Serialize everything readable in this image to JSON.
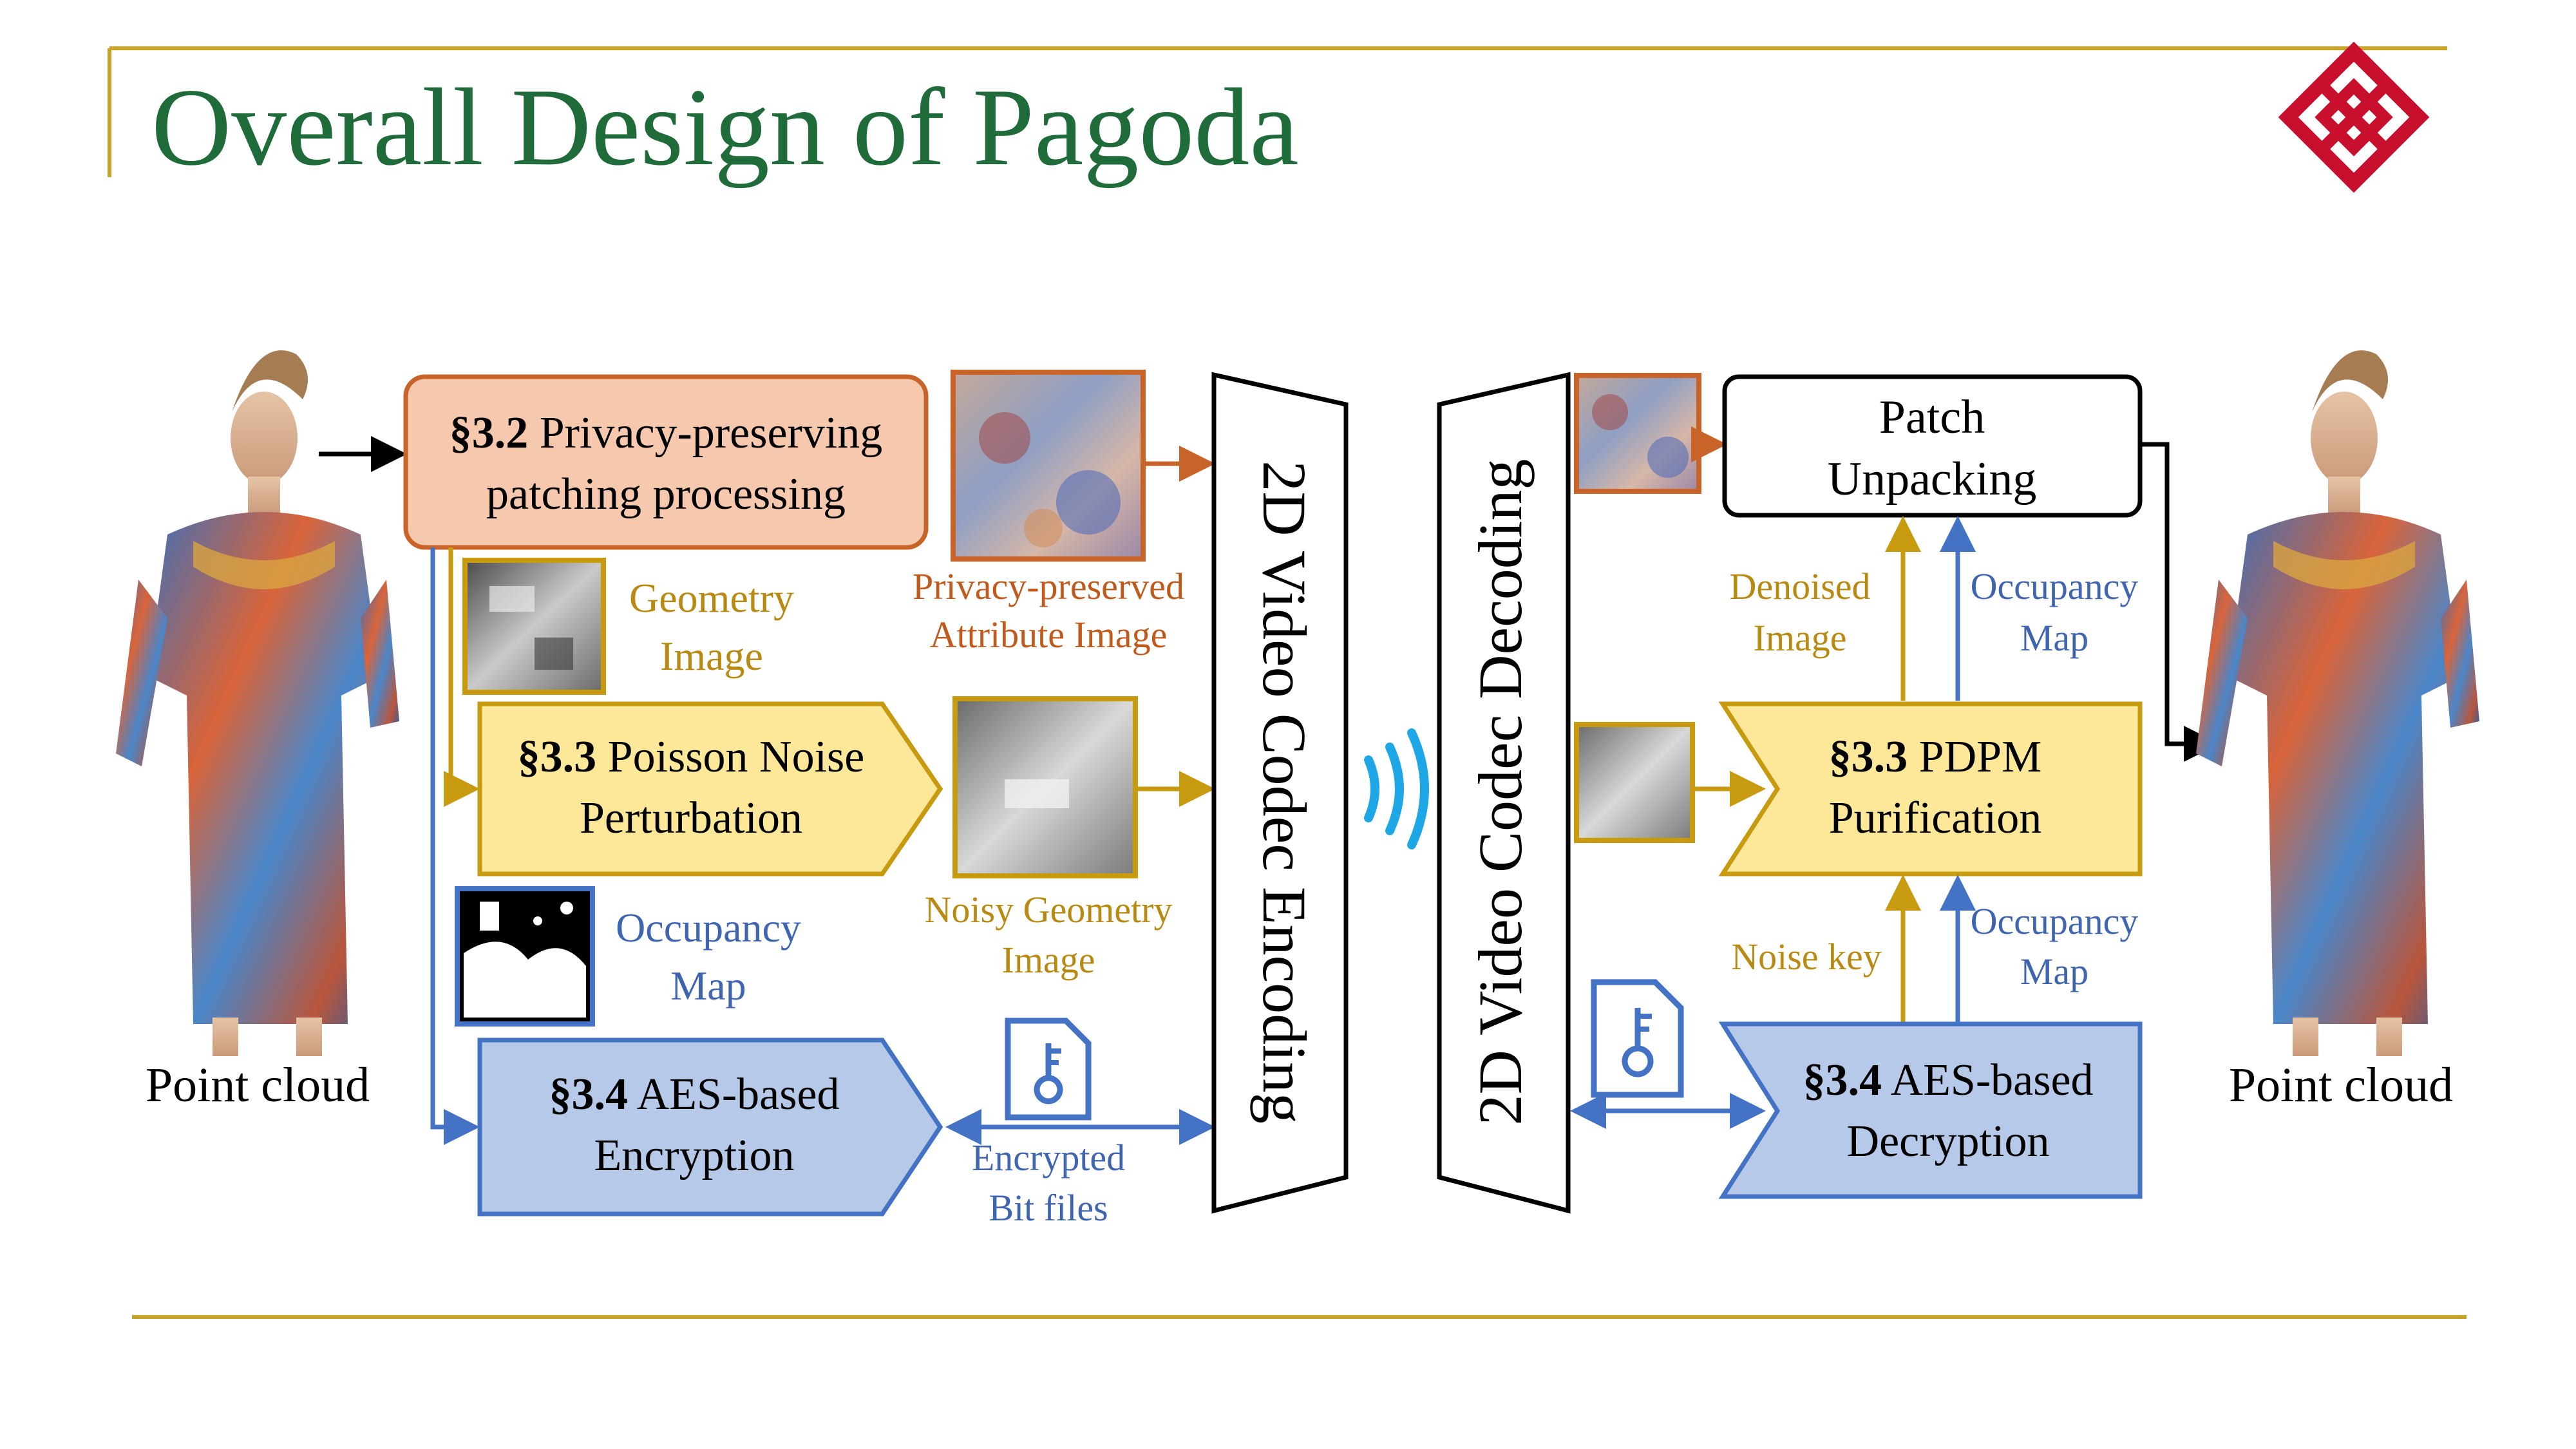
{
  "slide": {
    "title": "Overall Design of Pagoda",
    "logo_icon": "polyu-logo-icon"
  },
  "colors": {
    "title_green": "#1f6b3a",
    "rule_gold": "#c9a22a",
    "orange_fill": "#f6c9ae",
    "orange_stroke": "#c8642a",
    "orange_text": "#c05a1c",
    "yellow_fill": "#fde89a",
    "yellow_stroke": "#c79a10",
    "gold_text": "#b88a12",
    "blue_fill": "#b7c9e8",
    "blue_stroke": "#4472c4",
    "blue_text": "#3f64b0",
    "wifi": "#1ea7e6",
    "logo": "#c8102e"
  },
  "left": {
    "point_cloud_label": "Point cloud",
    "privacy_box": {
      "section": "§3.2",
      "line1_rest": " Privacy-preserving",
      "line2": "patching processing"
    },
    "geometry_image_label": [
      "Geometry",
      "Image"
    ],
    "poisson_box": {
      "section": "§3.3",
      "line1_rest": " Poisson Noise",
      "line2": "Perturbation"
    },
    "occupancy_map_label": [
      "Occupancy",
      "Map"
    ],
    "aes_enc_box": {
      "section": "§3.4",
      "line1_rest": " AES-based",
      "line2": "Encryption"
    },
    "attr_image_label": [
      "Privacy-preserved",
      "Attribute Image"
    ],
    "noisy_geometry_label": [
      "Noisy Geometry",
      "Image"
    ],
    "encrypted_label": [
      "Encrypted",
      "Bit files"
    ],
    "key_file_icon": "key-file-icon"
  },
  "middle": {
    "encoding_label": "2D Video Codec Encoding",
    "decoding_label": "2D Video Codec Decoding",
    "wireless_icon": "wireless-signal-icon"
  },
  "right": {
    "unpack_box": [
      "Patch",
      "Unpacking"
    ],
    "pdpm_box": {
      "section": "§3.3",
      "line1_rest": " PDPM",
      "line2": "Purification"
    },
    "aes_dec_box": {
      "section": "§3.4",
      "line1_rest": " AES-based",
      "line2": "Decryption"
    },
    "denoised_label": [
      "Denoised",
      "Image"
    ],
    "occupancy_top_label": [
      "Occupancy",
      "Map"
    ],
    "noise_key_label": "Noise key",
    "occupancy_bottom_label": [
      "Occupancy",
      "Map"
    ],
    "point_cloud_label": "Point cloud",
    "key_file_icon": "key-file-icon"
  }
}
